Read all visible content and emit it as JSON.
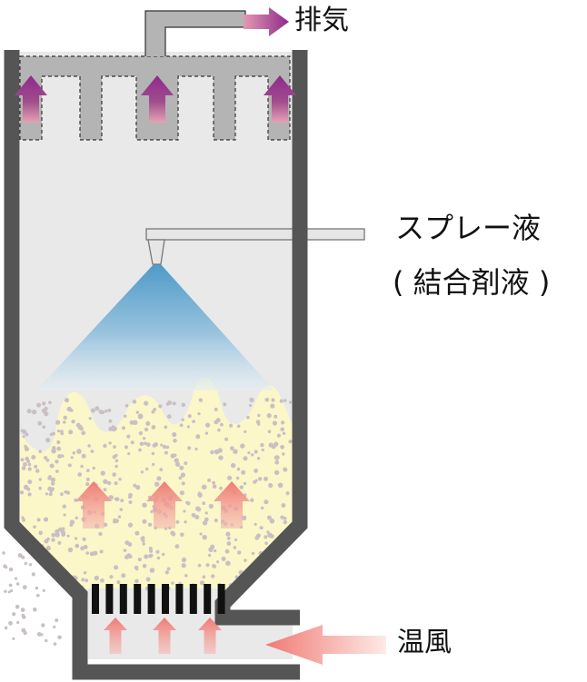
{
  "labels": {
    "exhaust": "排気",
    "spray_liquid": "スプレー液",
    "binder_liquid": "( 結合剤液 )",
    "warm_air": "温風"
  },
  "colors": {
    "vessel_wall": "#555555",
    "vessel_interior": "#e9e9e9",
    "filter_gray": "#b4b4b4",
    "exhaust_arrow": "#8e2a8c",
    "spray_blue": "#5aa2cc",
    "powder_bed": "#fbf7c8",
    "particle": "#c9bfc4",
    "air_arrow": "#f0807a",
    "distributor_plate": "#111111"
  },
  "icons": {
    "exhaust": "right-arrow-icon",
    "filter_flow": "up-arrow-icon",
    "warm_air": "left-arrow-icon"
  }
}
